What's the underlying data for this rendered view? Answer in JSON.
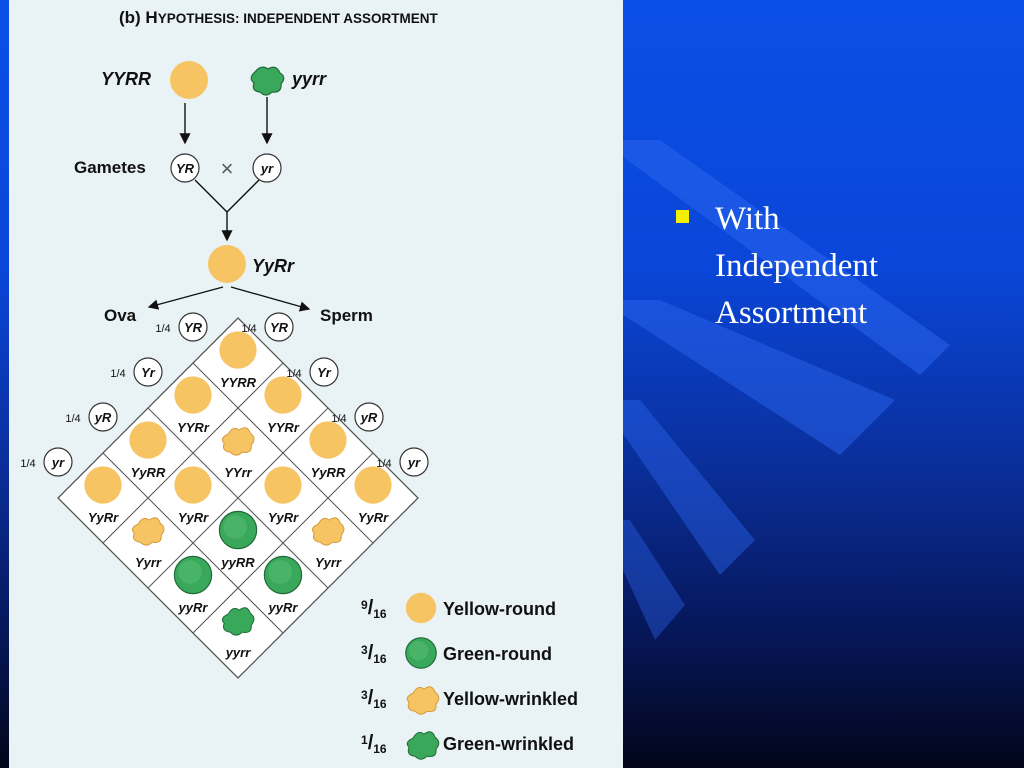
{
  "title_prefix": "(b) H",
  "title_small": "YPOTHESIS: INDEPENDENT ASSORTMENT",
  "parents": {
    "p1": "YYRR",
    "p2": "yyrr"
  },
  "gametes": {
    "label": "Gametes",
    "g1": "YR",
    "g2": "yr",
    "cross": "×"
  },
  "f1": "YyRr",
  "ova_label": "Ova",
  "sperm_label": "Sperm",
  "fraction": "1/4",
  "ova_gametes": [
    "YR",
    "Yr",
    "yR",
    "yr"
  ],
  "sperm_gametes": [
    "YR",
    "Yr",
    "yR",
    "yr"
  ],
  "punnett": [
    [
      "YYRR",
      "YYRr",
      "YyRR",
      "YyRr"
    ],
    [
      "YYRr",
      "YYrr",
      "YyRr",
      "Yyrr"
    ],
    [
      "YyRR",
      "YyRr",
      "yyRR",
      "yyRr"
    ],
    [
      "YyRr",
      "Yyrr",
      "yyRr",
      "yyrr"
    ]
  ],
  "legend": [
    {
      "num": "9",
      "den": "16",
      "label": "Yellow-round",
      "pea": "yellow-round"
    },
    {
      "num": "3",
      "den": "16",
      "label": "Green-round",
      "pea": "green-round"
    },
    {
      "num": "3",
      "den": "16",
      "label": "Yellow-wrinkled",
      "pea": "yellow-wrinkled"
    },
    {
      "num": "1",
      "den": "16",
      "label": "Green-wrinkled",
      "pea": "green-wrinkled"
    }
  ],
  "colors": {
    "yellow": "#f7c463",
    "green": "#3aa85a",
    "panel": "#e9f3f5",
    "bullet": "#f5f000"
  },
  "bullet": "With\nIndependent\nAssortment"
}
